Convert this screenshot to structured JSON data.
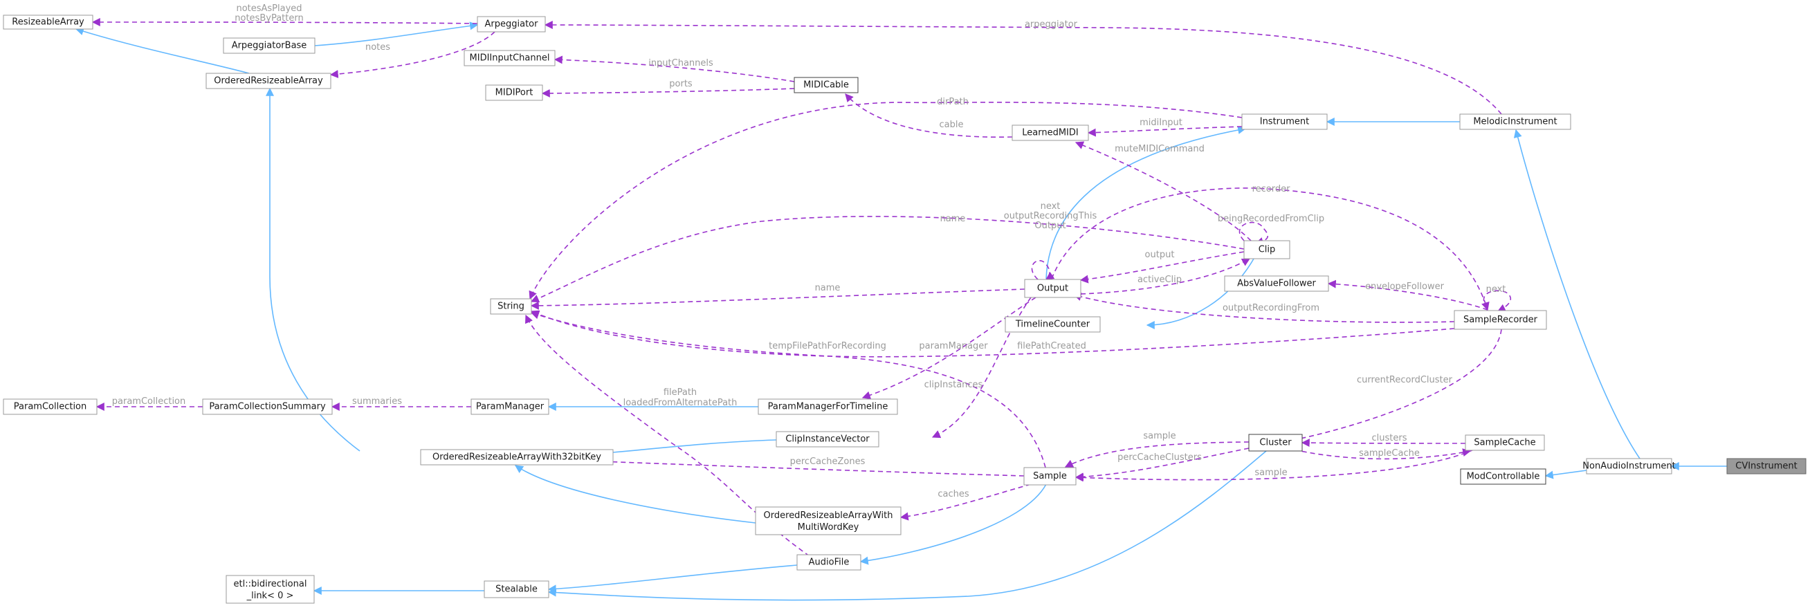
{
  "nodes": {
    "resizeable_array": "ResizeableArray",
    "arpeggiator": "Arpeggiator",
    "arpeggiator_base": "ArpeggiatorBase",
    "ordered_resizeable_array": "OrderedResizeableArray",
    "midi_input_channel": "MIDIInputChannel",
    "midi_port": "MIDIPort",
    "midi_cable": "MIDICable",
    "learned_midi": "LearnedMIDI",
    "instrument": "Instrument",
    "melodic_instrument": "MelodicInstrument",
    "string": "String",
    "clip": "Clip",
    "output": "Output",
    "abs_value_follower": "AbsValueFollower",
    "timeline_counter": "TimelineCounter",
    "sample_recorder": "SampleRecorder",
    "param_collection": "ParamCollection",
    "param_collection_summary": "ParamCollectionSummary",
    "param_manager": "ParamManager",
    "param_manager_for_timeline": "ParamManagerForTimeline",
    "clip_instance_vector": "ClipInstanceVector",
    "ordered_resizeable_array_32": "OrderedResizeableArrayWith32bitKey",
    "cluster": "Cluster",
    "sample_cache": "SampleCache",
    "sample": "Sample",
    "non_audio_instrument": "NonAudioInstrument",
    "cv_instrument": "CVInstrument",
    "mod_controllable": "ModControllable",
    "ordered_resizeable_array_multi": [
      "OrderedResizeableArrayWith",
      "MultiWordKey"
    ],
    "audio_file": "AudioFile",
    "etl_bidirectional": [
      "etl::bidirectional",
      "_link< 0 >"
    ],
    "stealable": "Stealable"
  },
  "edge_labels": {
    "notes_as_played": [
      "notesAsPlayed",
      "notesByPattern"
    ],
    "notes": "notes",
    "arpeggiator": "arpeggiator",
    "input_channels": "inputChannels",
    "ports": "ports",
    "dir_path": "dirPath",
    "cable": "cable",
    "midi_input": "midiInput",
    "mute_midi_command": "muteMIDICommand",
    "recorder": "recorder",
    "being_recorded_from_clip": "beingRecordedFromClip",
    "name_clip": "name",
    "output_self": [
      "next",
      "outputRecordingThis",
      "Output"
    ],
    "output_clip": "output",
    "name_output": "name",
    "active_clip": "activeClip",
    "envelope_follower": "envelopeFollower",
    "next_recorder": "next",
    "output_recording_from": "outputRecordingFrom",
    "param_manager": "paramManager",
    "file_path_created": "filePathCreated",
    "temp_file_path": "tempFilePathForRecording",
    "param_collection": "paramCollection",
    "summaries": "summaries",
    "file_path": [
      "filePath",
      "loadedFromAlternatePath"
    ],
    "clip_instances": "clipInstances",
    "current_record_cluster": "currentRecordCluster",
    "sample": "sample",
    "clusters": "clusters",
    "perc_cache_clusters": "percCacheClusters",
    "sample_cache": "sampleCache",
    "perc_cache_zones": "percCacheZones",
    "sample_cache_sample": "sample",
    "caches": "caches"
  },
  "colors": {
    "inheritance": "#63b8ff",
    "usage": "#9a32cd",
    "label": "#9a9a9a",
    "node_border": "#999999",
    "highlight_fill": "#999999"
  }
}
